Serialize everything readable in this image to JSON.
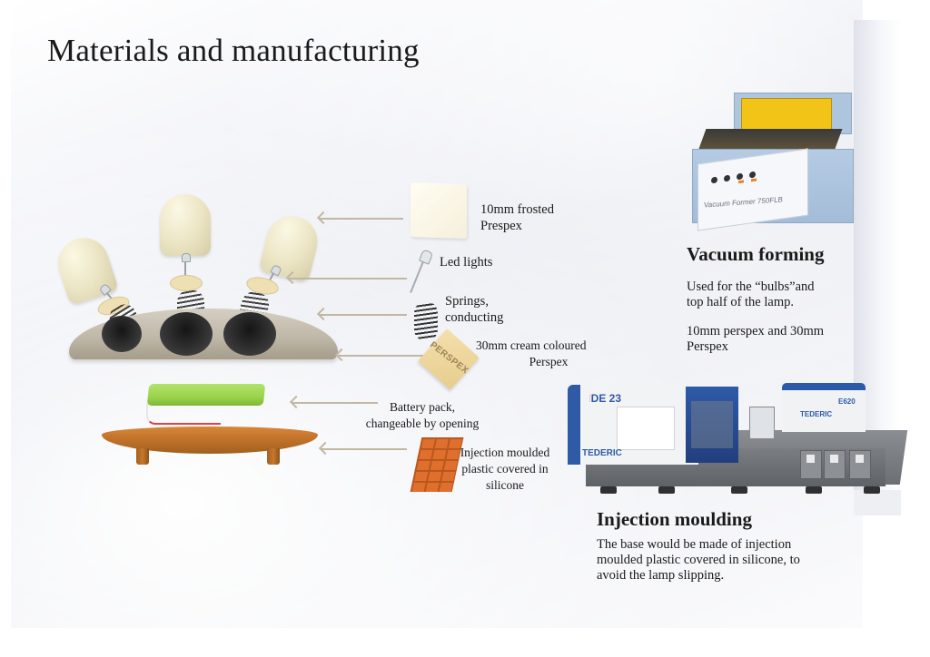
{
  "title": "Materials and manufacturing",
  "components": [
    {
      "id": "frosted-prespex",
      "label_lines": [
        "10mm frosted",
        "Prespex"
      ]
    },
    {
      "id": "led-lights",
      "label_lines": [
        "Led lights"
      ]
    },
    {
      "id": "springs",
      "label_lines": [
        "Springs,",
        "conducting"
      ]
    },
    {
      "id": "cream-perspex",
      "label_lines": [
        "30mm cream coloured",
        "Perspex"
      ],
      "material_mark": "PERSPEX"
    },
    {
      "id": "battery-pack",
      "label_lines": [
        "Battery pack,",
        "changeable by opening"
      ]
    },
    {
      "id": "silicone-base",
      "label_lines": [
        "Injection moulded",
        "plastic covered in",
        "silicone"
      ]
    }
  ],
  "processes": {
    "vacuum_forming": {
      "heading": "Vacuum forming",
      "paragraph1_lines": [
        "Used for the “bulbs”and",
        "top half of the lamp."
      ],
      "paragraph2_lines": [
        "10mm perspex and 30mm",
        "Perspex"
      ],
      "machine_label": "Vacuum Former 750FLB"
    },
    "injection_moulding": {
      "heading": "Injection moulding",
      "paragraph_lines": [
        "The base would be made of injection",
        "moulded plastic covered in silicone, to",
        "avoid the lamp slipping."
      ],
      "machine_model": "DE 23",
      "machine_brand": "TEDERIC",
      "unit_label": "E620"
    }
  },
  "colors": {
    "arrow": "#c2b7a4",
    "bulb": "#ece6c6",
    "battery": "#9bd34c",
    "tray": "#c4752b",
    "silicone": "#df6f2c",
    "machine_blue": "#2d5aa8",
    "vacuum_yellow": "#f2c418"
  }
}
